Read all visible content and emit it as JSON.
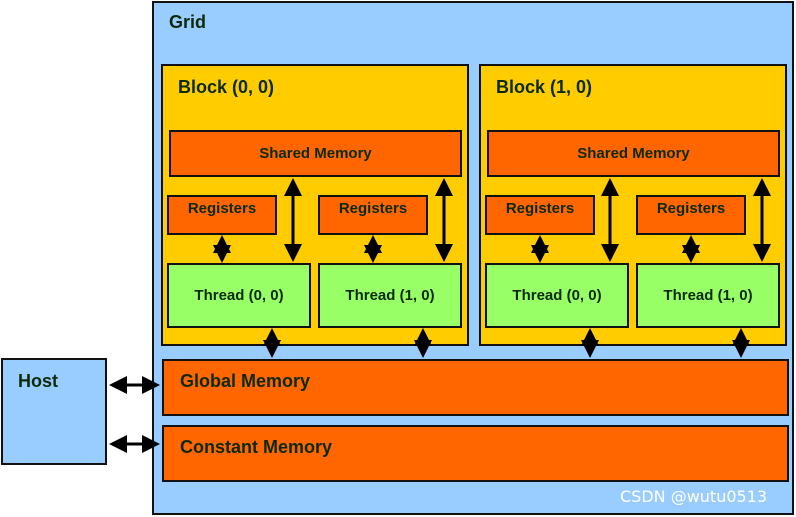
{
  "grid": {
    "label": "Grid"
  },
  "host": {
    "label": "Host"
  },
  "blocks": [
    {
      "label": "Block (0, 0)",
      "shared_memory": "Shared Memory",
      "registers": [
        "Registers",
        "Registers"
      ],
      "threads": [
        "Thread (0, 0)",
        "Thread (1, 0)"
      ]
    },
    {
      "label": "Block (1, 0)",
      "shared_memory": "Shared Memory",
      "registers": [
        "Registers",
        "Registers"
      ],
      "threads": [
        "Thread (0, 0)",
        "Thread (1, 0)"
      ]
    }
  ],
  "global_memory": {
    "label": "Global Memory"
  },
  "constant_memory": {
    "label": "Constant Memory"
  },
  "watermark": "CSDN @wutu0513",
  "colors": {
    "grid_fill": "#99ccff",
    "block_fill": "#ffcc00",
    "memory_fill": "#ff6600",
    "thread_fill": "#99ff66",
    "arrow": "#000000"
  }
}
